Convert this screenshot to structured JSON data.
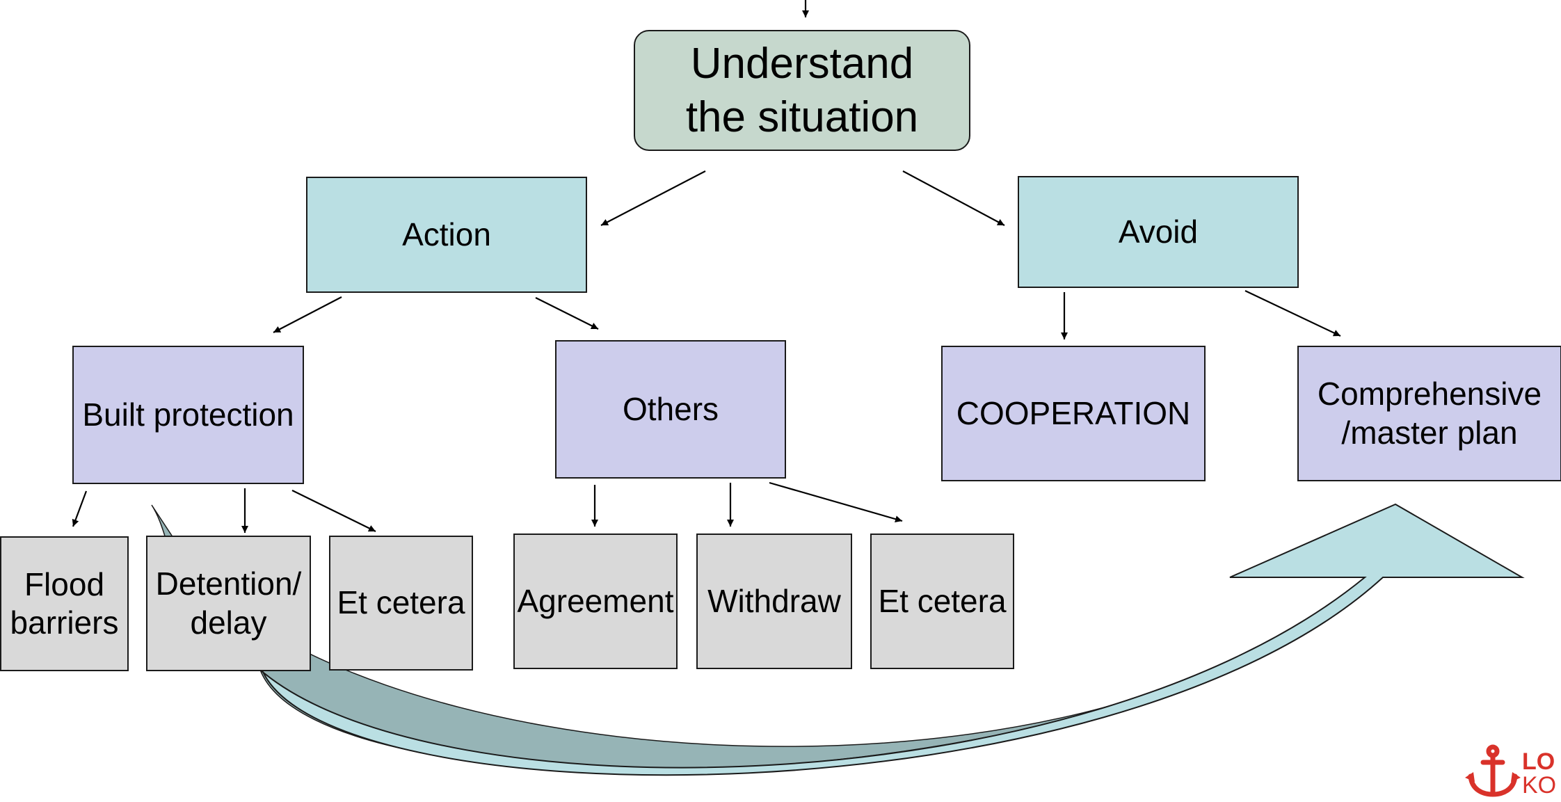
{
  "colors": {
    "root_fill": "#c6d8cd",
    "level1_fill": "#badfe3",
    "level2_fill": "#cdcdec",
    "level3_fill": "#d9d9d9",
    "big_arrow_fill": "#badfe3",
    "big_arrow_shadow": "#96b4b6",
    "logo_red": "#d9322a"
  },
  "nodes": {
    "root": "Understand\nthe situation",
    "action": "Action",
    "avoid": "Avoid",
    "built_protection": "Built protection",
    "others": "Others",
    "cooperation": "COOPERATION",
    "comprehensive_plan": "Comprehensive\n/master plan",
    "flood_barriers": "Flood\nbarriers",
    "detention_delay": "Detention/\ndelay",
    "et_cetera_1": "Et cetera",
    "agreement": "Agreement",
    "withdraw": "Withdraw",
    "et_cetera_2": "Et cetera"
  },
  "logo": {
    "icon": "anchor-icon",
    "line1": "LO",
    "line2": "KO"
  }
}
